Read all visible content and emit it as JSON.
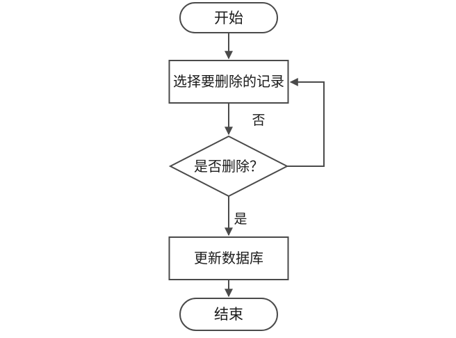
{
  "diagram": {
    "type": "flowchart",
    "colors": {
      "background": "#ffffff",
      "stroke": "#4a4a4a",
      "text": "#1a1a1a"
    },
    "nodes": [
      {
        "id": "start",
        "type": "terminator",
        "label": "开始"
      },
      {
        "id": "select",
        "type": "process",
        "label": "选择要删除的记录"
      },
      {
        "id": "decision",
        "type": "decision",
        "label": "是否删除？"
      },
      {
        "id": "update",
        "type": "process",
        "label": "更新数据库"
      },
      {
        "id": "end",
        "type": "terminator",
        "label": "结束"
      }
    ],
    "edges": [
      {
        "from": "start",
        "to": "select",
        "label": ""
      },
      {
        "from": "select",
        "to": "decision",
        "label": ""
      },
      {
        "from": "decision",
        "to": "select",
        "label": "否"
      },
      {
        "from": "decision",
        "to": "update",
        "label": "是"
      },
      {
        "from": "update",
        "to": "end",
        "label": ""
      }
    ]
  }
}
